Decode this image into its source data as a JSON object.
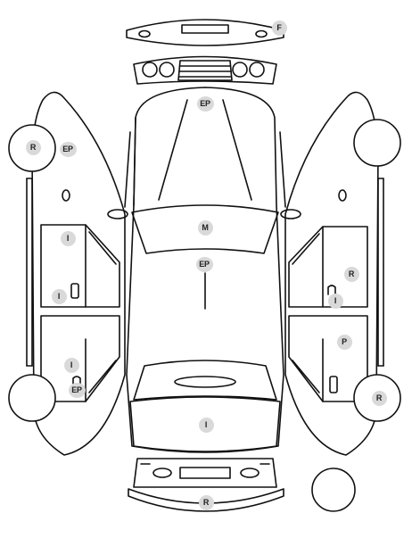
{
  "colors": {
    "line": "#111111",
    "badge_bg": "#d9d9d9",
    "badge_text": "#222222",
    "background": "#ffffff"
  },
  "labels": {
    "front_bumper": "F",
    "hood_front": "EP",
    "left_front_wheel": "R",
    "left_front_fender": "EP",
    "left_front_door": "I",
    "left_front_door_lower": "I",
    "left_rear_door": "I",
    "left_rear_door_lower": "EP",
    "roof": "M",
    "roof_center": "EP",
    "right_front_door": "R",
    "right_front_door_lower": "I",
    "right_rear_door": "P",
    "right_rear_wheel": "R",
    "trunk": "I",
    "rear_bumper": "R"
  }
}
